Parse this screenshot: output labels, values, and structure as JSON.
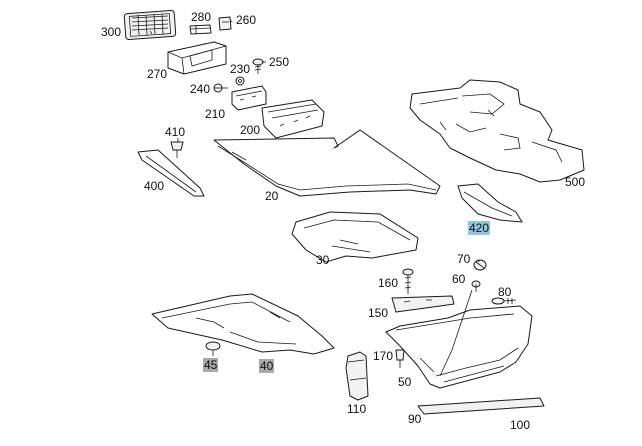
{
  "diagram": {
    "highlight_colors": {
      "blue": "#8fc6e0",
      "gray": "#a9a9a9"
    },
    "callouts": [
      {
        "id": "300",
        "label": "300",
        "highlight": "none"
      },
      {
        "id": "280",
        "label": "280",
        "highlight": "none"
      },
      {
        "id": "260",
        "label": "260",
        "highlight": "none"
      },
      {
        "id": "250",
        "label": "250",
        "highlight": "none"
      },
      {
        "id": "270",
        "label": "270",
        "highlight": "none"
      },
      {
        "id": "230",
        "label": "230",
        "highlight": "none"
      },
      {
        "id": "240",
        "label": "240",
        "highlight": "none"
      },
      {
        "id": "210",
        "label": "210",
        "highlight": "none"
      },
      {
        "id": "200",
        "label": "200",
        "highlight": "none"
      },
      {
        "id": "410",
        "label": "410",
        "highlight": "none"
      },
      {
        "id": "400",
        "label": "400",
        "highlight": "none"
      },
      {
        "id": "20",
        "label": "20",
        "highlight": "none"
      },
      {
        "id": "500",
        "label": "500",
        "highlight": "none"
      },
      {
        "id": "420",
        "label": "420",
        "highlight": "blue"
      },
      {
        "id": "30",
        "label": "30",
        "highlight": "none"
      },
      {
        "id": "70",
        "label": "70",
        "highlight": "none"
      },
      {
        "id": "60",
        "label": "60",
        "highlight": "none"
      },
      {
        "id": "160",
        "label": "160",
        "highlight": "none"
      },
      {
        "id": "80",
        "label": "80",
        "highlight": "none"
      },
      {
        "id": "150",
        "label": "150",
        "highlight": "none"
      },
      {
        "id": "170",
        "label": "170",
        "highlight": "none"
      },
      {
        "id": "50",
        "label": "50",
        "highlight": "none"
      },
      {
        "id": "45",
        "label": "45",
        "highlight": "gray"
      },
      {
        "id": "40",
        "label": "40",
        "highlight": "gray"
      },
      {
        "id": "110",
        "label": "110",
        "highlight": "none"
      },
      {
        "id": "90",
        "label": "90",
        "highlight": "none"
      },
      {
        "id": "100",
        "label": "100",
        "highlight": "none"
      }
    ]
  }
}
